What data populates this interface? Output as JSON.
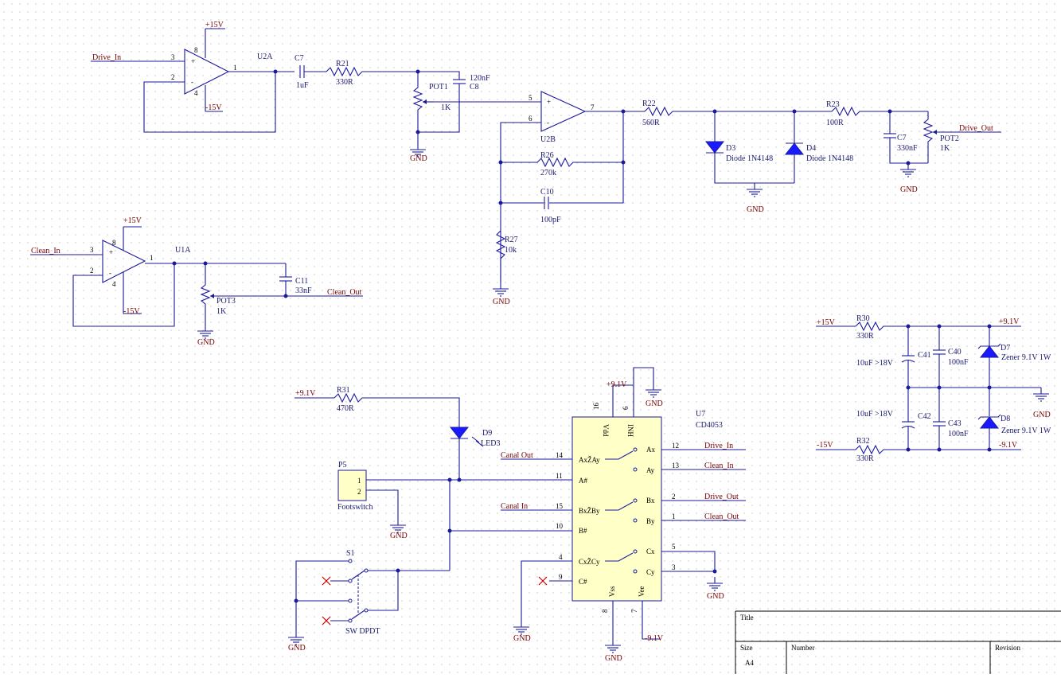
{
  "colors": {
    "wire": "#1a1a9e",
    "net": "#7a0000",
    "ic_fill": "#ffffc8",
    "diode_fill": "#1a1aff",
    "noconnect": "#cc0000"
  },
  "u2a": {
    "ref": "U2A",
    "p3": "3",
    "p2": "2",
    "p1": "1",
    "p8": "8",
    "p4": "4",
    "vplus": "+15V",
    "vminus": "-15V",
    "in_net": "Drive_In"
  },
  "c7a": {
    "ref": "C7",
    "val": "1uF"
  },
  "r21": {
    "ref": "R21",
    "val": "330R"
  },
  "pot1": {
    "ref": "POT1",
    "val": "1K"
  },
  "c8": {
    "ref": "C8",
    "val": "120nF"
  },
  "u2b": {
    "ref": "U2B",
    "p5": "5",
    "p6": "6",
    "p7": "7"
  },
  "r26": {
    "ref": "R26",
    "val": "270k"
  },
  "c10": {
    "ref": "C10",
    "val": "100pF"
  },
  "r27": {
    "ref": "R27",
    "val": "10k"
  },
  "r22": {
    "ref": "R22",
    "val": "560R"
  },
  "d3": {
    "ref": "D3",
    "val": "Diode 1N4148"
  },
  "d4": {
    "ref": "D4",
    "val": "Diode 1N4148"
  },
  "r23": {
    "ref": "R23",
    "val": "100R"
  },
  "c7b": {
    "ref": "C7",
    "val": "330nF"
  },
  "pot2": {
    "ref": "POT2",
    "val": "1K",
    "out_net": "Drive_Out"
  },
  "u1a": {
    "ref": "U1A",
    "p3": "3",
    "p2": "2",
    "p1": "1",
    "p8": "8",
    "p4": "4",
    "vplus": "+15V",
    "vminus": "-15V",
    "in_net": "Clean_In"
  },
  "c11": {
    "ref": "C11",
    "val": "33nF"
  },
  "pot3": {
    "ref": "POT3",
    "val": "1K",
    "out_net": "Clean_Out"
  },
  "gnd": "GND",
  "psu": {
    "in_pos": "+15V",
    "in_neg": "-15V",
    "r30": {
      "ref": "R30",
      "val": "330R"
    },
    "r32": {
      "ref": "R32",
      "val": "330R"
    },
    "c41": {
      "ref": "C41",
      "val": "10uF >18V"
    },
    "c42": {
      "ref": "C42",
      "val": "10uF >18V"
    },
    "c40": {
      "ref": "C40",
      "val": "100nF"
    },
    "c43": {
      "ref": "C43",
      "val": "100nF"
    },
    "d7": {
      "ref": "D7",
      "val": "Zener 9.1V 1W"
    },
    "d8": {
      "ref": "D8",
      "val": "Zener 9.1V 1W"
    },
    "out_pos": "+9.1V",
    "out_neg": "-9.1V"
  },
  "r31": {
    "ref": "R31",
    "val": "470R",
    "supply": "+9.1V"
  },
  "d9": {
    "ref": "D9",
    "val": "LED3"
  },
  "p5": {
    "ref": "P5",
    "pin1": "1",
    "pin2": "2",
    "val": "Footswitch"
  },
  "s1": {
    "ref": "S1",
    "val": "SW DPDT"
  },
  "u7": {
    "ref": "U7",
    "val": "CD4053",
    "vdd": "Vdd",
    "inh": "INH",
    "vss": "Vss",
    "vee": "Vee",
    "p16": "16",
    "p6": "6",
    "p8": "8",
    "p7": "7",
    "vdd_net": "+9.1V",
    "vee_net": "-9.1V",
    "left_pins": [
      {
        "num": "14",
        "name": "AxŽAy",
        "net": "Canal Out"
      },
      {
        "num": "11",
        "name": "A#",
        "net": ""
      },
      {
        "num": "15",
        "name": "BxŽBy",
        "net": "Canal In"
      },
      {
        "num": "10",
        "name": "B#",
        "net": ""
      },
      {
        "num": "4",
        "name": "CxŽCy",
        "net": ""
      },
      {
        "num": "9",
        "name": "C#",
        "net": ""
      }
    ],
    "right_pins": [
      {
        "num": "12",
        "name": "Ax",
        "net": "Drive_In"
      },
      {
        "num": "13",
        "name": "Ay",
        "net": "Clean_In"
      },
      {
        "num": "2",
        "name": "Bx",
        "net": "Drive_Out"
      },
      {
        "num": "1",
        "name": "By",
        "net": "Clean_Out"
      },
      {
        "num": "5",
        "name": "Cx",
        "net": ""
      },
      {
        "num": "3",
        "name": "Cy",
        "net": ""
      }
    ]
  },
  "title_block": {
    "title": "Title",
    "size": "Size",
    "size_val": "A4",
    "number": "Number",
    "revision": "Revision"
  }
}
